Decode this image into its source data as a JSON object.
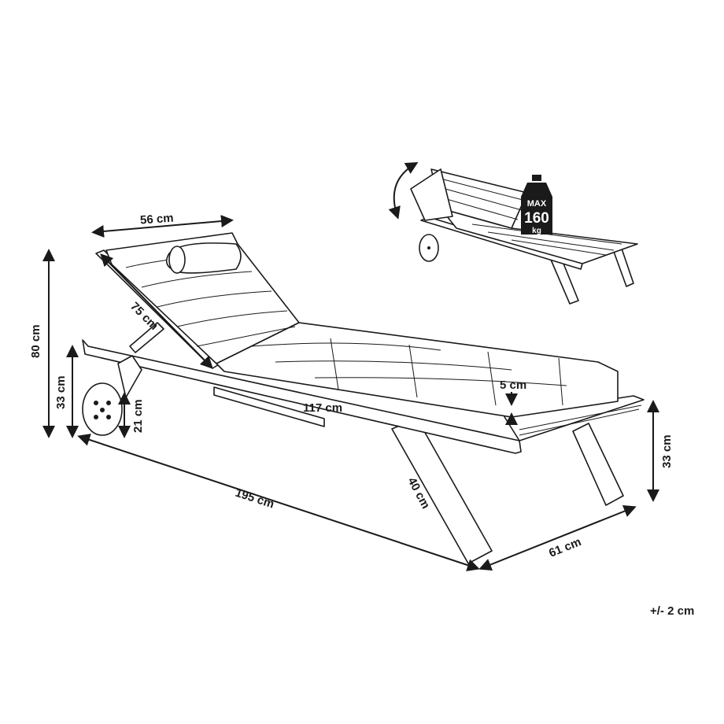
{
  "dimensions": {
    "backrest_width": "56 cm",
    "total_height": "80 cm",
    "seat_height_left": "33 cm",
    "wheel_height": "21 cm",
    "backrest_length": "75 cm",
    "cushion_length": "117 cm",
    "cushion_thickness": "5 cm",
    "total_length": "195 cm",
    "leg_length": "40 cm",
    "total_width": "61 cm",
    "seat_height_right": "33 cm"
  },
  "tolerance": "+/- 2 cm",
  "max_load": {
    "label": "MAX",
    "value": "160",
    "unit": "kg"
  },
  "colors": {
    "line": "#1a1a1a",
    "background": "#ffffff"
  }
}
